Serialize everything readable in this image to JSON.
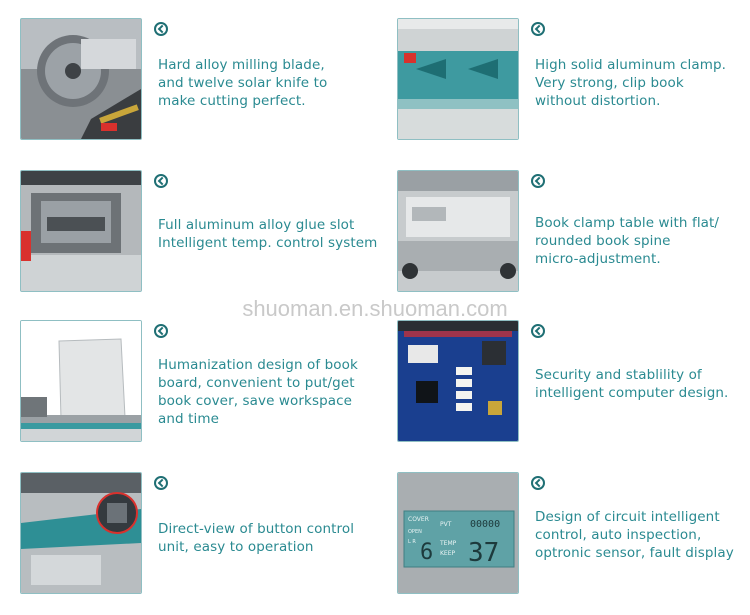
{
  "watermark": "shuoman.en.shuoman.com",
  "features": [
    {
      "lines": [
        "Hard alloy milling blade,",
        "and twelve solar knife to",
        "make cutting perfect."
      ]
    },
    {
      "lines": [
        "High solid aluminum clamp.",
        "Very strong, clip book",
        "without distortion."
      ]
    },
    {
      "lines": [
        "Full aluminum alloy glue slot",
        "Intelligent temp. control system"
      ]
    },
    {
      "lines": [
        "Book clamp table with flat/",
        "rounded book spine",
        "micro-adjustment."
      ]
    },
    {
      "lines": [
        "Humanization design of book",
        "board, convenient to put/get",
        "book cover, save workspace",
        "and time"
      ]
    },
    {
      "lines": [
        "Security and stablility of",
        "intelligent computer design."
      ]
    },
    {
      "lines": [
        "Direct-view of button control",
        "unit, easy to operation"
      ]
    },
    {
      "lines": [
        "Design of circuit intelligent",
        "control, auto inspection,",
        "optronic sensor, fault display"
      ]
    }
  ],
  "lcd": {
    "cover": "COVER",
    "pvt": "PVT",
    "counter": "00000",
    "open": "OPEN",
    "lr": "L  R",
    "digit_left": "6",
    "temp": "TEMP",
    "keep": "KEEP",
    "digit_right": "37"
  },
  "colors": {
    "accent": "#2a8a91",
    "border": "#8fbfc3",
    "icon": "#1f6f74"
  }
}
